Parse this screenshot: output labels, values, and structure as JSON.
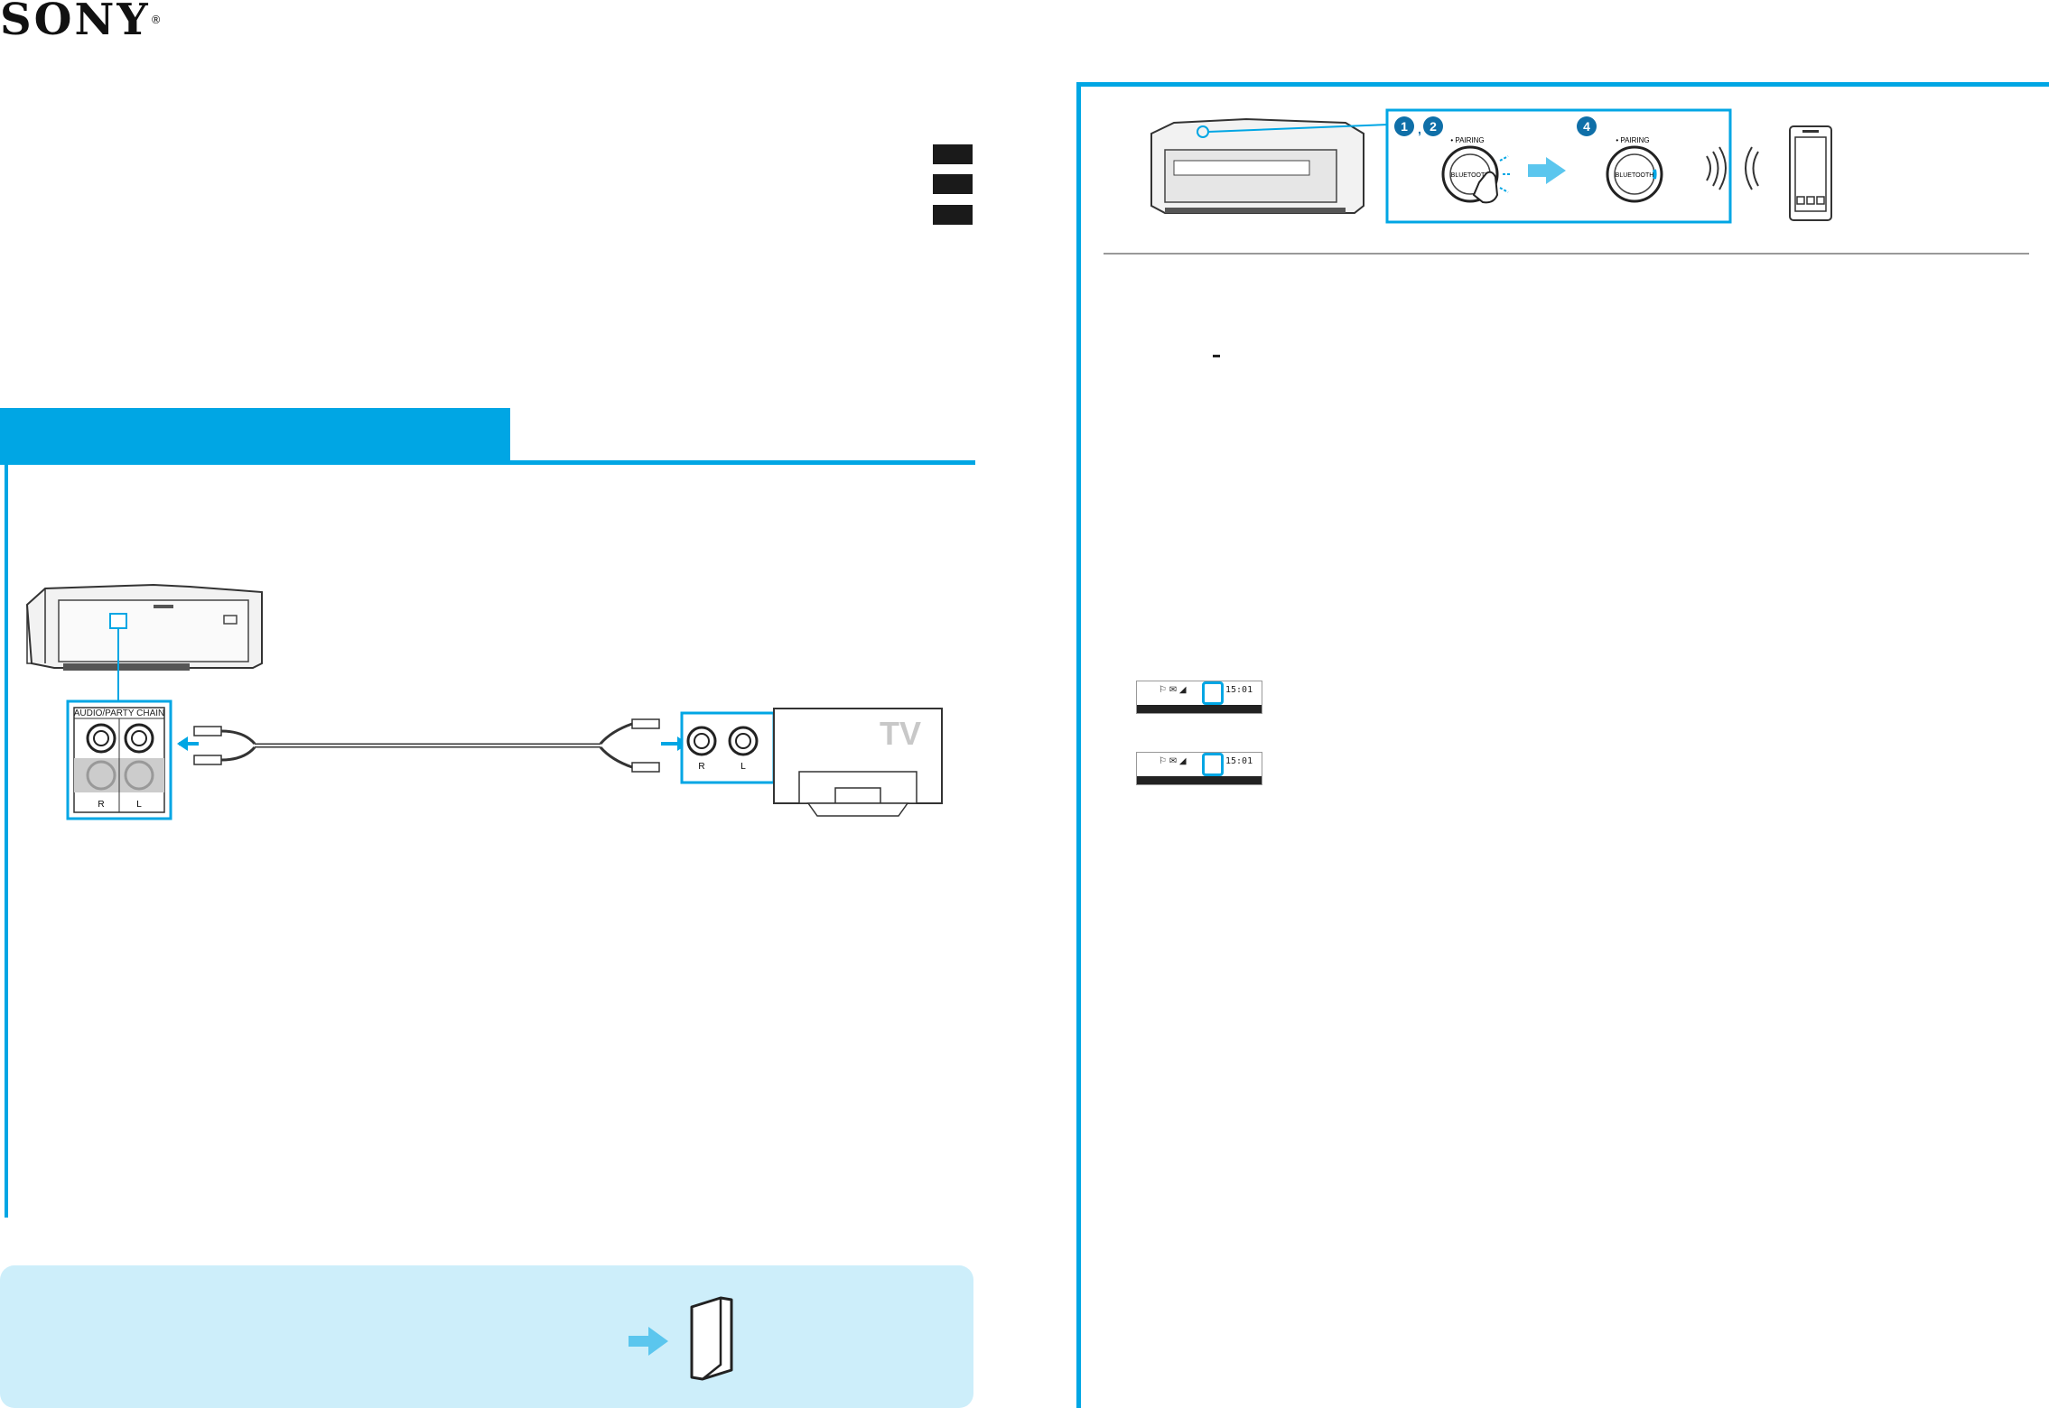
{
  "brand": {
    "logo_text": "SONY",
    "trademark": "®"
  },
  "colors": {
    "accent": "#00a6e4",
    "hint_bg": "#cdeefa",
    "dark": "#1a1a1a"
  },
  "tv_connection": {
    "jack_panel_title": "AUDIO/PARTY CHAIN",
    "jack_r": "R",
    "jack_l": "L",
    "tv_label": "TV",
    "tv_jack_r": "R",
    "tv_jack_l": "L"
  },
  "bluetooth": {
    "step_a": "1",
    "step_b": "2",
    "step_separator": ",",
    "step_c": "4",
    "pairing_label_1": "• PAIRING",
    "pairing_label_2": "• PAIRING",
    "button_label_1": "BLUETOOTH",
    "button_label_2": "BLUETOOTH"
  },
  "status_bars": [
    {
      "time": "15:01"
    },
    {
      "time": "15:01"
    }
  ],
  "icons": [
    "speaker-unit-icon",
    "hand-press-icon",
    "arrow-right-icon",
    "wireless-signal-icon",
    "smartphone-icon",
    "booklet-icon",
    "rca-cable-icon",
    "television-icon"
  ]
}
